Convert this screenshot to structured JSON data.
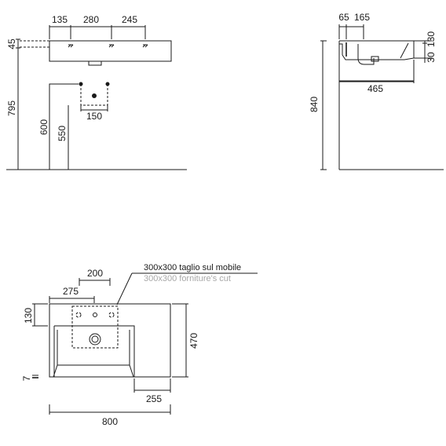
{
  "front_view": {
    "dim_135": "135",
    "dim_280": "280",
    "dim_245": "245",
    "dim_45": "45",
    "dim_795": "795",
    "dim_600": "600",
    "dim_550": "550",
    "dim_150": "150"
  },
  "side_view": {
    "dim_65": "65",
    "dim_165": "165",
    "dim_30": "30",
    "dim_130": "130",
    "dim_465": "465",
    "dim_840": "840"
  },
  "top_view": {
    "cut_label_it": "300x300 taglio sul mobile",
    "cut_label_en": "300x300 forniture's cut",
    "dim_200": "200",
    "dim_275": "275",
    "dim_130": "130",
    "dim_470": "470",
    "dim_7": "7",
    "dim_255": "255",
    "dim_800": "800"
  },
  "colors": {
    "line": "#1a1a1a",
    "secondary_text": "#a8a8a8"
  }
}
